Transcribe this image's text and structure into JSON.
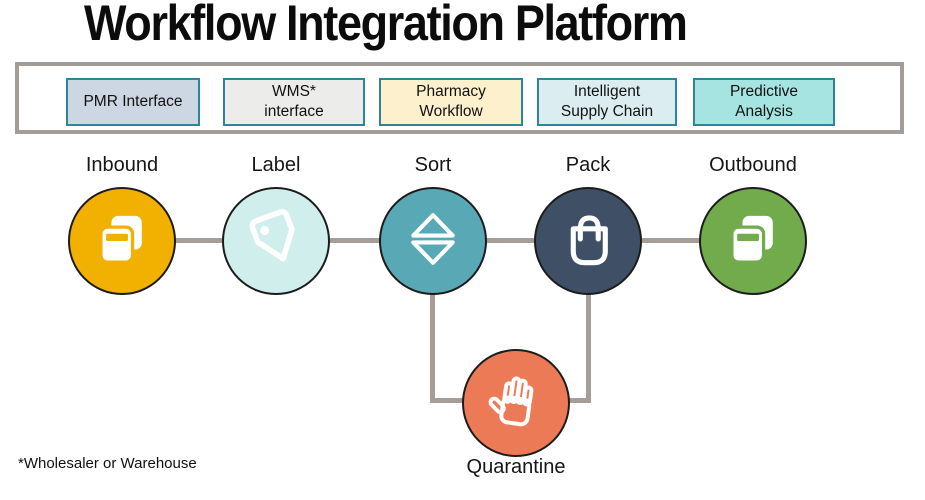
{
  "title": "Workflow Integration Platform",
  "footnote": "*Wholesaler or Warehouse",
  "integration_bar": {
    "frame_color": "#a49d97",
    "box_border_color": "#2e859a",
    "items": [
      {
        "label": "PMR Interface",
        "bg": "#cdd6e3"
      },
      {
        "label": "WMS* interface",
        "bg": "#ececeb"
      },
      {
        "label": "Pharmacy Workflow",
        "bg": "#fdf1cd"
      },
      {
        "label": "Intelligent Supply Chain",
        "bg": "#dcedf2"
      },
      {
        "label": "Predictive Analysis",
        "bg": "#a6e4e1"
      }
    ]
  },
  "workflow": {
    "connector_color": "#a59e98",
    "steps": [
      {
        "label": "Inbound",
        "color": "#f2b100",
        "icon": "copy-icon"
      },
      {
        "label": "Label",
        "color": "#cfeeec",
        "icon": "tag-icon"
      },
      {
        "label": "Sort",
        "color": "#58a8b5",
        "icon": "sort-arrows-icon"
      },
      {
        "label": "Pack",
        "color": "#3e4f66",
        "icon": "shopping-bag-icon"
      },
      {
        "label": "Outbound",
        "color": "#71ab4c",
        "icon": "copy-icon"
      }
    ],
    "branch": {
      "label": "Quarantine",
      "color": "#ed7a57",
      "icon": "hand-stop-icon"
    }
  }
}
